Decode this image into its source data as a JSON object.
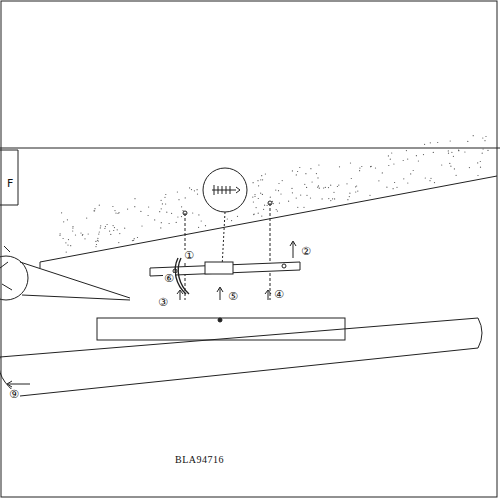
{
  "diagram": {
    "labels": [
      "F",
      "①",
      "②",
      "⑥",
      "⑤",
      "③",
      "④",
      "⑨",
      "BLA94716"
    ]
  }
}
